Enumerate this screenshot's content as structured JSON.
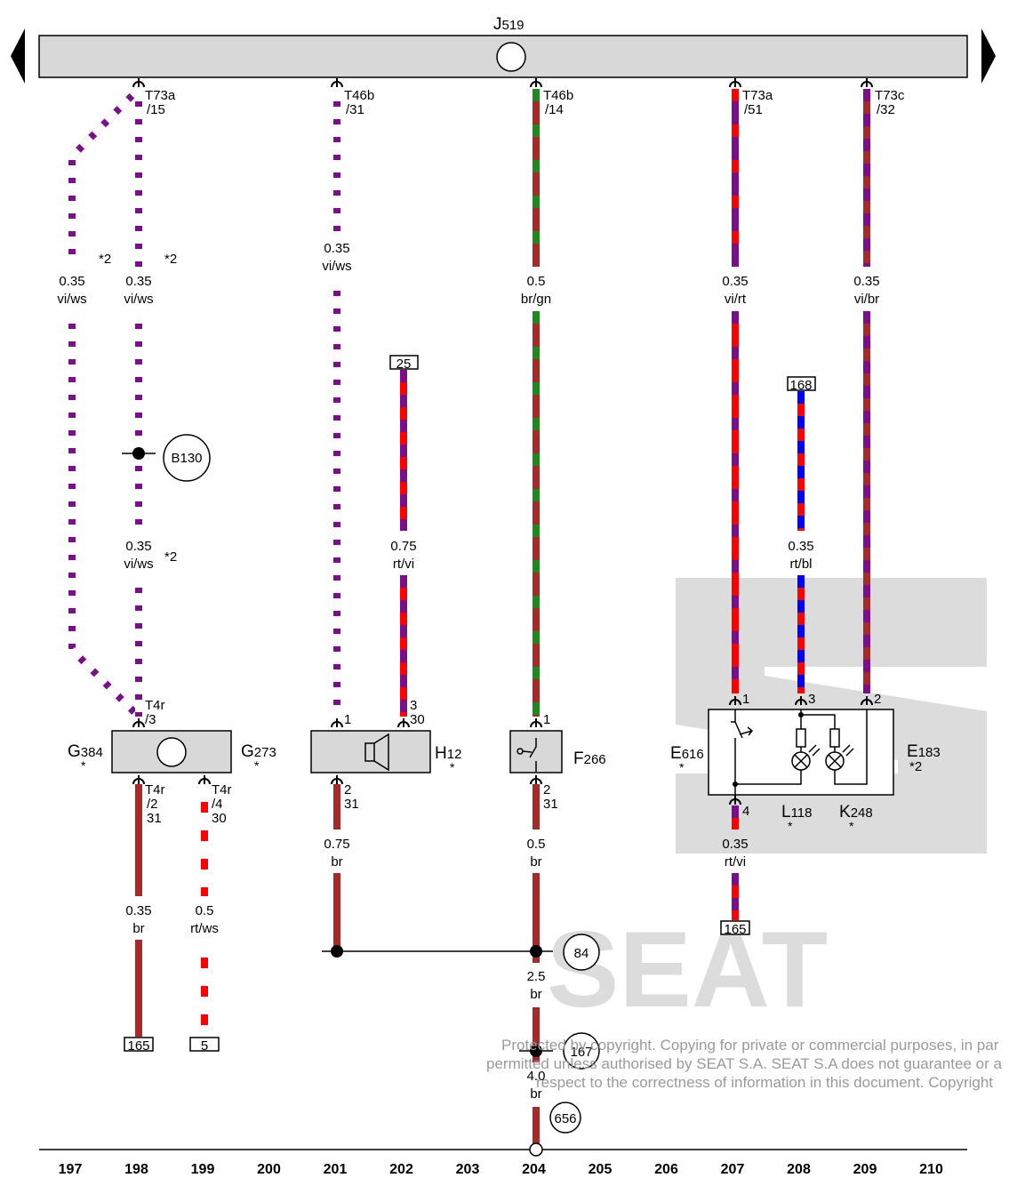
{
  "module": {
    "name": "J",
    "num": "519"
  },
  "grid_numbers": [
    "197",
    "198",
    "199",
    "200",
    "201",
    "202",
    "203",
    "204",
    "205",
    "206",
    "207",
    "208",
    "209",
    "210"
  ],
  "connectors_top": [
    {
      "id": "t73a15",
      "name": "T73a",
      "pin": "/15"
    },
    {
      "id": "t46b31",
      "name": "T46b",
      "pin": "/31"
    },
    {
      "id": "t46b14",
      "name": "T46b",
      "pin": "/14"
    },
    {
      "id": "t73a51",
      "name": "T73a",
      "pin": "/51"
    },
    {
      "id": "t73c32",
      "name": "T73c",
      "pin": "/32"
    }
  ],
  "wires": [
    {
      "id": "w197",
      "size": "0.35",
      "color": "vi/ws",
      "note": "*2"
    },
    {
      "id": "w198a",
      "size": "0.35",
      "color": "vi/ws",
      "note": "*2"
    },
    {
      "id": "w198b",
      "size": "0.35",
      "color": "vi/ws",
      "note": "*2"
    },
    {
      "id": "w201",
      "size": "0.35",
      "color": "vi/ws"
    },
    {
      "id": "w204",
      "size": "0.5",
      "color": "br/gn"
    },
    {
      "id": "w207",
      "size": "0.35",
      "color": "vi/rt"
    },
    {
      "id": "w209",
      "size": "0.35",
      "color": "vi/br"
    },
    {
      "id": "w202",
      "size": "0.75",
      "color": "rt/vi"
    },
    {
      "id": "w208",
      "size": "0.35",
      "color": "rt/bl"
    },
    {
      "id": "w198c",
      "size": "0.35",
      "color": "br"
    },
    {
      "id": "w199",
      "size": "0.5",
      "color": "rt/ws"
    },
    {
      "id": "w201b",
      "size": "0.75",
      "color": "br"
    },
    {
      "id": "w204b",
      "size": "0.5",
      "color": "br"
    },
    {
      "id": "w207b",
      "size": "0.35",
      "color": "rt/vi"
    },
    {
      "id": "w204c",
      "size": "2.5",
      "color": "br"
    },
    {
      "id": "w204d",
      "size": "4.0",
      "color": "br"
    }
  ],
  "refs": {
    "top202": "25",
    "top208": "168",
    "bot198": "165",
    "bot199": "5",
    "bot207": "165"
  },
  "grounds": {
    "b130": "B130",
    "g84": "84",
    "g167": "167",
    "g656": "656"
  },
  "components": {
    "g384": {
      "name": "G",
      "num": "384",
      "star": "*"
    },
    "g273": {
      "name": "G",
      "num": "273",
      "star": "*"
    },
    "h12": {
      "name": "H",
      "num": "12",
      "star": "*"
    },
    "f266": {
      "name": "F",
      "num": "266"
    },
    "e616": {
      "name": "E",
      "num": "616",
      "star": "*"
    },
    "e183": {
      "name": "E",
      "num": "183",
      "note": "*2"
    },
    "l118": {
      "name": "L",
      "num": "118",
      "star": "*"
    },
    "k248": {
      "name": "K",
      "num": "248",
      "star": "*"
    }
  },
  "pins": {
    "t4r3_name": "T4r",
    "t4r3_pin": "/3",
    "t4r2_name": "T4r",
    "t4r2_pin": "/2",
    "t4r2_term": "31",
    "t4r4_name": "T4r",
    "t4r4_pin": "/4",
    "t4r4_term": "30",
    "h12_p1": "1",
    "h12_p3": "3",
    "h12_p3_term": "30",
    "h12_p2": "2",
    "h12_p2_term": "31",
    "f266_p1": "1",
    "f266_p2": "2",
    "f266_p2_term": "31",
    "e183_p1": "1",
    "e183_p3": "3",
    "e183_p2": "2",
    "e183_p4": "4"
  },
  "copyright": [
    "Protected by copyright. Copying for private or commercial purposes, in par",
    "permitted unless authorised by SEAT S.A. SEAT S.A does not guarantee or a",
    "respect to the correctness of information in this document. Copyright"
  ],
  "watermark_word": "SEAT",
  "colors": {
    "vi": "#7a0f8c",
    "ws": "#ffffff",
    "rt": "#ff0000",
    "br": "#a52a2a",
    "gn": "#1e8a1e",
    "bl": "#0000ff",
    "module_fill": "#d8d8d8",
    "watermark": "#dcdcdc"
  }
}
